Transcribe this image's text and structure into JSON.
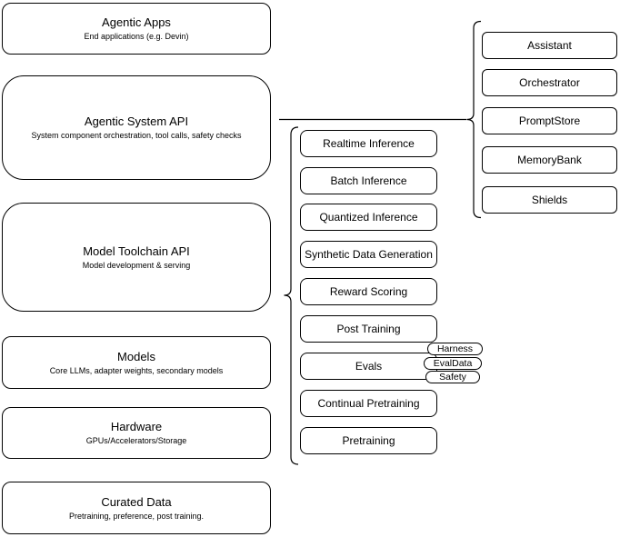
{
  "colors": {
    "stroke": "#000000",
    "fill": "#ffffff",
    "text": "#000000"
  },
  "stack": [
    {
      "title": "Agentic Apps",
      "subtitle": "End applications (e.g. Devin)"
    },
    {
      "title": "Agentic System API",
      "subtitle": "System component orchestration, tool calls, safety checks"
    },
    {
      "title": "Model Toolchain API",
      "subtitle": "Model development & serving"
    },
    {
      "title": "Models",
      "subtitle": "Core LLMs, adapter weights, secondary models"
    },
    {
      "title": "Hardware",
      "subtitle": "GPUs/Accelerators/Storage"
    },
    {
      "title": "Curated Data",
      "subtitle": "Pretraining, preference, post training."
    }
  ],
  "toolchain_items": [
    "Realtime Inference",
    "Batch Inference",
    "Quantized Inference",
    "Synthetic Data Generation",
    "Reward Scoring",
    "Post Training",
    "Evals",
    "Continual Pretraining",
    "Pretraining"
  ],
  "evals_tags": [
    "Harness",
    "EvalData",
    "Safety"
  ],
  "system_components": [
    "Assistant",
    "Orchestrator",
    "PromptStore",
    "MemoryBank",
    "Shields"
  ]
}
